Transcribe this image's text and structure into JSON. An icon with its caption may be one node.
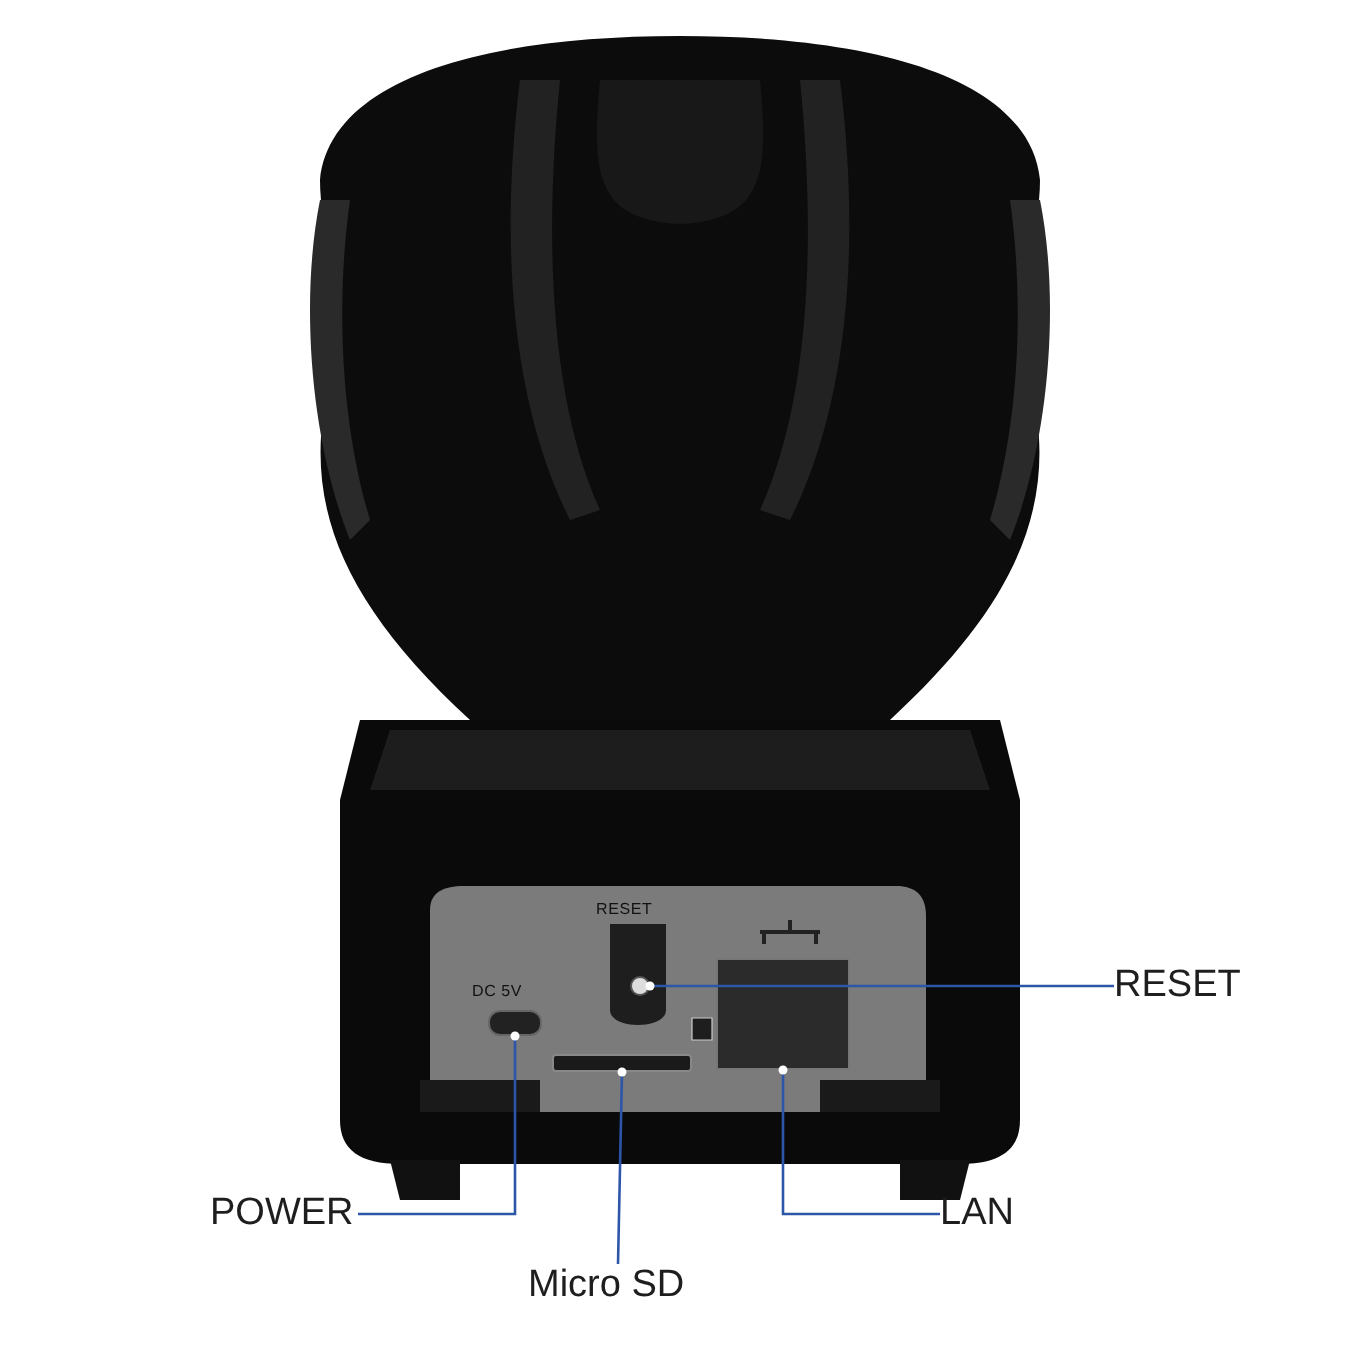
{
  "diagram": {
    "nodes": [
      {
        "text": [
          "RESET"
        ]
      },
      {
        "text": [
          "POWER"
        ]
      },
      {
        "text": [
          "LAN"
        ]
      },
      {
        "text": [
          "Micro SD"
        ]
      },
      {
        "text": [],
        "shape": "box"
      },
      {
        "text": [],
        "shape": "box"
      },
      {
        "text": [],
        "shape": "circle"
      },
      {
        "text": [],
        "shape": "box"
      }
    ],
    "edges": [
      {
        "from": 0,
        "to": 6,
        "arrow": "other"
      },
      {
        "from": 1,
        "to": 4,
        "arrow": "other"
      },
      {
        "from": 2,
        "to": 7,
        "arrow": "other"
      },
      {
        "from": 3,
        "to": 5,
        "arrow": "other"
      }
    ],
    "labels": [
      "RESET",
      "DC 5V"
    ]
  }
}
